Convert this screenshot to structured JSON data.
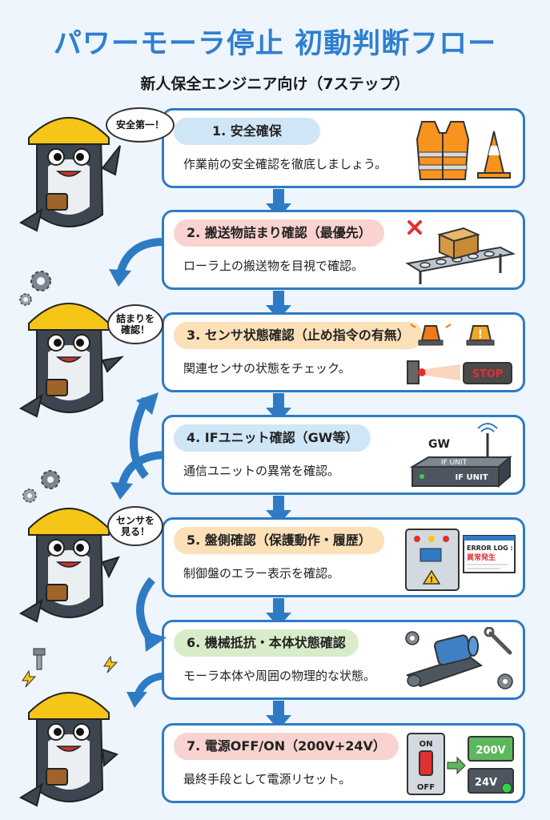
{
  "title": "パワーモーラ停止 初動判断フロー",
  "subtitle": "新人保全エンジニア向け（7ステップ）",
  "bubbles": [
    "安全第一！",
    "詰まりを\n確認！",
    "センサを\n見る！"
  ],
  "steps": [
    {
      "label": "1. 安全確保",
      "desc": "作業前の安全確認を徹底しましょう。",
      "color": "#cfe6f7"
    },
    {
      "label": "2. 搬送物詰まり確認（最優先）",
      "desc": "ローラ上の搬送物を目視で確認。",
      "color": "#f8d3cf"
    },
    {
      "label": "3. センサ状態確認（止め指令の有無）",
      "desc": "関連センサの状態をチェック。",
      "color": "#fbe0b8"
    },
    {
      "label": "4.  IFユニット確認（GW等）",
      "desc": "通信ユニットの異常を確認。",
      "color": "#cfe6f7"
    },
    {
      "label": "5. 盤側確認（保護動作・履歴）",
      "desc": "制御盤のエラー表示を確認。",
      "color": "#fbe0b8"
    },
    {
      "label": "6. 機械抵抗・本体状態確認",
      "desc": "モーラ本体や周囲の物理的な状態。",
      "color": "#d9ecc9"
    },
    {
      "label": "7. 電源OFF/ON（200V+24V）",
      "desc": "最終手段として電源リセット。",
      "color": "#f8d3cf"
    }
  ],
  "illustrations": {
    "stop_label": "STOP",
    "gw_label": "GW",
    "if_unit_label_1": "IF UNIT",
    "if_unit_label_2": "IF UNIT",
    "error_log_title": "ERROR LOG :",
    "error_log_status": "異常発生",
    "switch_on": "ON",
    "switch_off": "OFF",
    "battery_200v": "200V",
    "battery_24v": "24V"
  },
  "colors": {
    "accent": "#2e7bc4",
    "title": "#2f7fcf",
    "helmet": "#f5c518",
    "shark": "#3d4650"
  }
}
